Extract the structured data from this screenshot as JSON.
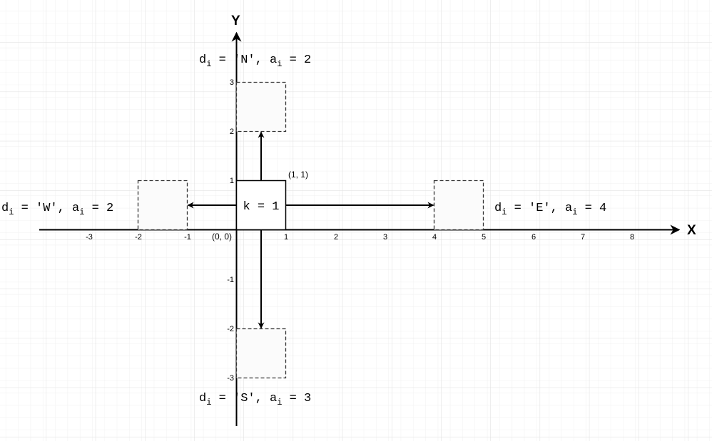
{
  "axes": {
    "x_label": "X",
    "y_label": "Y",
    "x_ticks": [
      "-3",
      "-2",
      "-1",
      "1",
      "2",
      "3",
      "4",
      "5",
      "6",
      "7",
      "8"
    ],
    "y_ticks": [
      "3",
      "2",
      "1",
      "-1",
      "-2",
      "-3"
    ],
    "origin_label": "(0, 0)",
    "corner_label": "(1, 1)"
  },
  "center_box": {
    "label": "k = 1",
    "x": [
      0,
      1
    ],
    "y": [
      0,
      1
    ]
  },
  "moves": [
    {
      "dir": "N",
      "box_x": [
        0,
        1
      ],
      "box_y": [
        2,
        3
      ],
      "label_d": "d",
      "label_d_sub": "i",
      "label_mid": " = 'N', ",
      "label_a": "a",
      "label_a_sub": "i",
      "label_end": " = 2"
    },
    {
      "dir": "W",
      "box_x": [
        -2,
        -1
      ],
      "box_y": [
        0,
        1
      ],
      "label_d": "d",
      "label_d_sub": "i",
      "label_mid": " = 'W', ",
      "label_a": "a",
      "label_a_sub": "i",
      "label_end": " = 2"
    },
    {
      "dir": "E",
      "box_x": [
        4,
        5
      ],
      "box_y": [
        0,
        1
      ],
      "label_d": "d",
      "label_d_sub": "i",
      "label_mid": " = 'E', ",
      "label_a": "a",
      "label_a_sub": "i",
      "label_end": " = 4"
    },
    {
      "dir": "S",
      "box_x": [
        0,
        1
      ],
      "box_y": [
        -3,
        -2
      ],
      "label_d": "d",
      "label_d_sub": "i",
      "label_mid": " = 'S', ",
      "label_a": "a",
      "label_a_sub": "i",
      "label_end": " = 3"
    }
  ]
}
